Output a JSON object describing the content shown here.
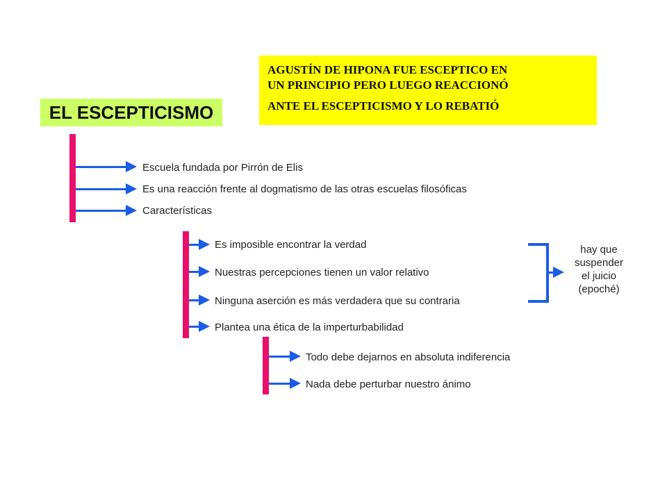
{
  "title": "EL ESCEPTICISMO",
  "note": {
    "line1": "AGUSTÍN DE HIPONA FUE ESCEPTICO EN",
    "line2": "UN  PRINCIPIO PERO LUEGO REACCIONÓ",
    "line3": "ANTE EL ESCEPTICISMO Y LO REBATIÓ"
  },
  "level1": [
    "Escuela fundada por Pirrón de Elis",
    "Es una reacción frente al dogmatismo de las otras escuelas filosóficas",
    "Características"
  ],
  "level2": [
    "Es imposible encontrar la verdad",
    "Nuestras percepciones tienen un valor relativo",
    "Ninguna aserción es más verdadera que su contraria",
    "Plantea una ética de la imperturbabilidad"
  ],
  "level3": [
    "Todo debe dejarnos en absoluta indiferencia",
    "Nada debe perturbar nuestro ánimo"
  ],
  "conclusion": {
    "line1": "hay que",
    "line2": "suspender",
    "line3": "el juicio",
    "line4": "(epoché)"
  },
  "colors": {
    "title_bg": "#ccff66",
    "note_bg": "#ffff00",
    "bar": "#e8106a",
    "arrow": "#1a5ce8"
  }
}
